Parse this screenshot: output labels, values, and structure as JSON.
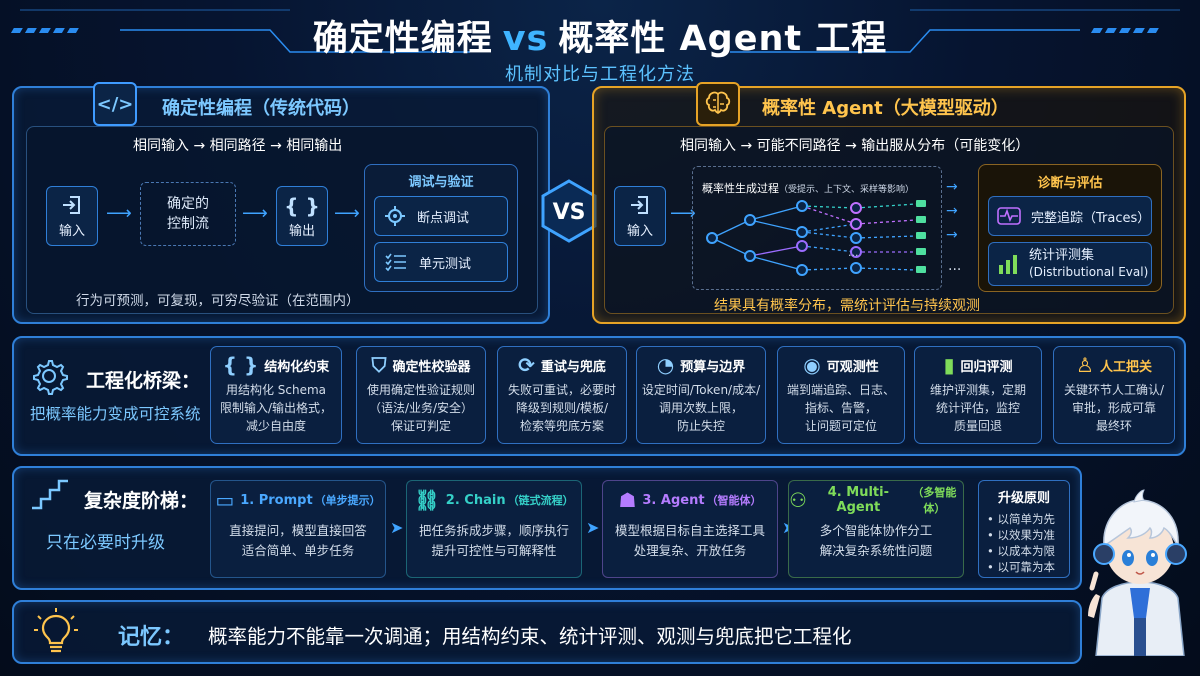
{
  "header": {
    "title_a": "确定性编程",
    "title_vs": "vs",
    "title_b": "概率性 Agent 工程",
    "subtitle": "机制对比与工程化方法"
  },
  "det": {
    "icon": "code-icon",
    "title": "确定性编程（传统代码）",
    "flow": "相同输入 → 相同路径 → 相同输出",
    "input": "输入",
    "control": "确定的\n控制流",
    "output": "输出",
    "debug_title": "调试与验证",
    "breakpoint": "断点调试",
    "unittest": "单元测试",
    "footer": "行为可预测，可复现，可穷尽验证（在范围内）"
  },
  "vs": "VS",
  "prob": {
    "icon": "brain-icon",
    "title": "概率性 Agent（大模型驱动）",
    "flow": "相同输入 → 可能不同路径 → 输出服从分布（可能变化）",
    "input": "输入",
    "process": "概率性生成过程",
    "process_note": "（受提示、上下文、采样等影响）",
    "dots": "...",
    "diag_title": "诊断与评估",
    "trace": "完整追踪（Traces）",
    "eval1": "统计评测集",
    "eval2": "(Distributional Eval)",
    "footer": "结果具有概率分布，需统计评估与持续观测"
  },
  "bridge": {
    "title": "工程化桥梁：",
    "subtitle": "把概率能力变成可控系统",
    "cards": [
      {
        "title": "结构化约束",
        "icon": "braces-icon",
        "desc": "用结构化 Schema\n限制输入/输出格式，\n减少自由度"
      },
      {
        "title": "确定性校验器",
        "icon": "shield-check-icon",
        "desc": "使用确定性验证规则\n（语法/业务/安全）\n保证可判定"
      },
      {
        "title": "重试与兜底",
        "icon": "refresh-icon",
        "desc": "失败可重试，必要时\n降级到规则/模板/\n检索等兜底方案"
      },
      {
        "title": "预算与边界",
        "icon": "gauge-icon",
        "desc": "设定时间/Token/成本/\n调用次数上限，\n防止失控"
      },
      {
        "title": "可观测性",
        "icon": "eye-icon",
        "desc": "端到端追踪、日志、\n指标、告警，\n让问题可定位"
      },
      {
        "title": "回归评测",
        "icon": "bar-chart-icon",
        "desc": "维护评测集，定期\n统计评估，监控\n质量回退"
      },
      {
        "title": "人工把关",
        "icon": "person-icon",
        "desc": "关键环节人工确认/\n审批，形成可靠\n最终环"
      }
    ]
  },
  "ladder": {
    "title": "复杂度阶梯：",
    "subtitle": "只在必要时升级",
    "steps": [
      {
        "title": "1. Prompt",
        "tag": "（单步提示）",
        "icon": "chat-icon",
        "desc": "直接提问，模型直接回答\n适合简单、单步任务",
        "color": "#4aa8ff"
      },
      {
        "title": "2. Chain",
        "tag": "（链式流程）",
        "icon": "link-icon",
        "desc": "把任务拆成步骤，顺序执行\n提升可控性与可解释性",
        "color": "#35d0c8"
      },
      {
        "title": "3. Agent",
        "tag": "（智能体）",
        "icon": "robot-icon",
        "desc": "模型根据目标自主选择工具\n处理复杂、开放任务",
        "color": "#b57cff"
      },
      {
        "title": "4. Multi-Agent",
        "tag": "（多智能体）",
        "icon": "people-icon",
        "desc": "多个智能体协作分工\n解决复杂系统性问题",
        "color": "#7fdc5a"
      }
    ],
    "principle_title": "升级原则",
    "principles": [
      "以简单为先",
      "以效果为准",
      "以成本为限",
      "以可靠为本"
    ]
  },
  "memory": {
    "label": "记忆：",
    "text": "概率能力不能靠一次调通；用结构约束、统计评测、观测与兜底把它工程化"
  }
}
